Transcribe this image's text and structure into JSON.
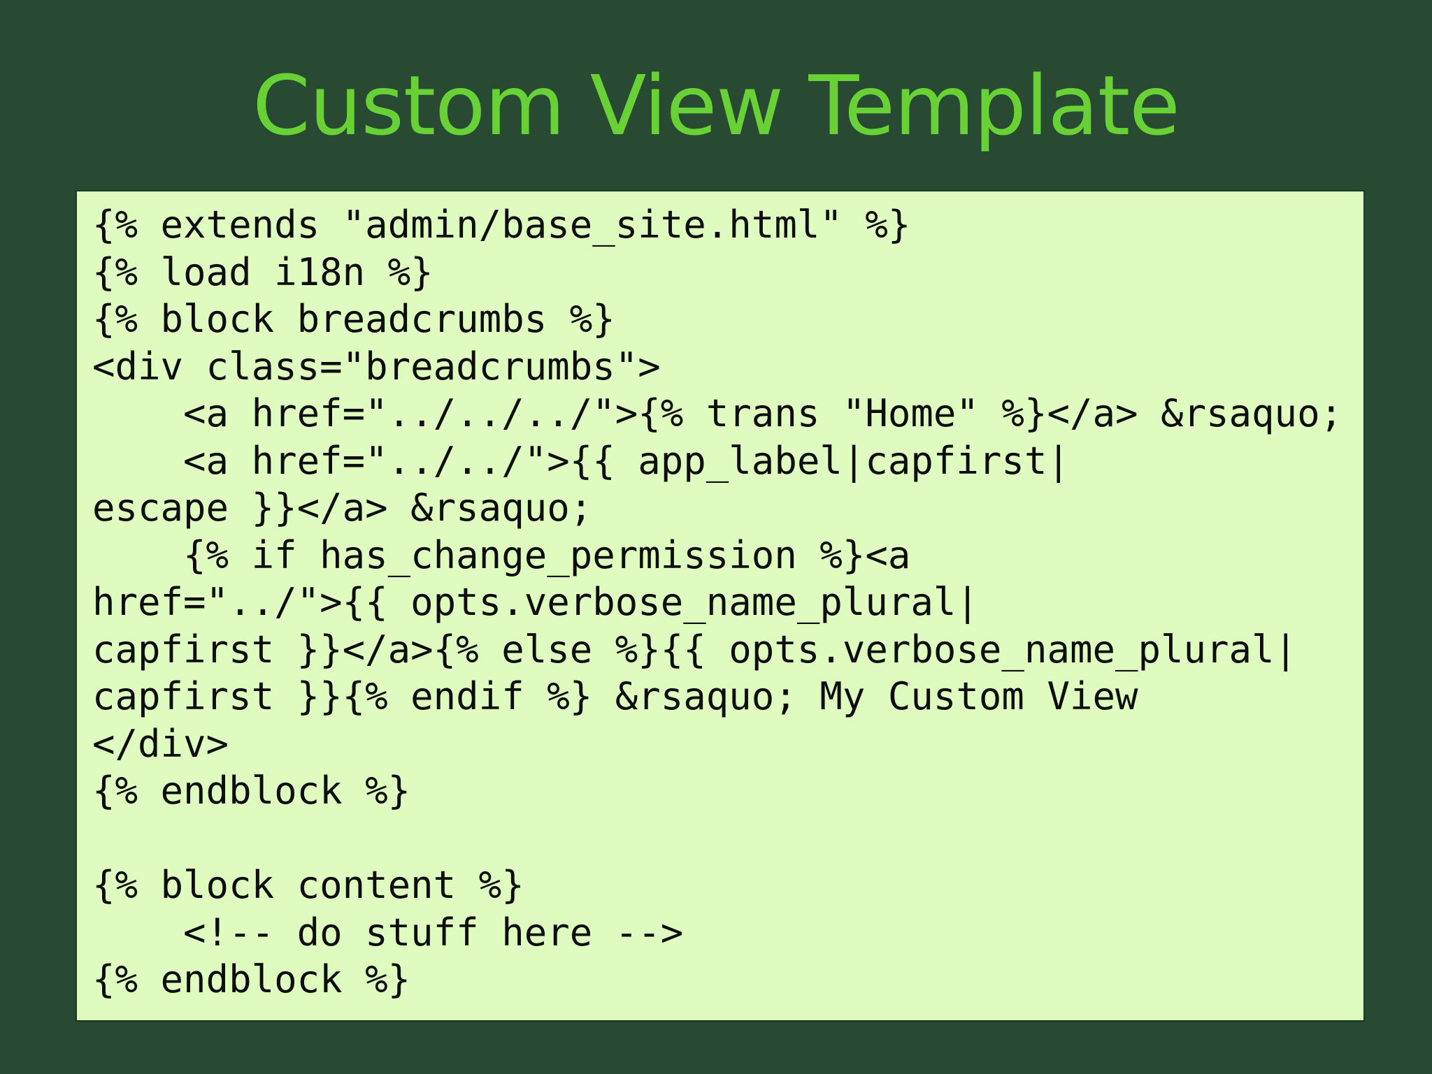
{
  "slide": {
    "title": "Custom View Template"
  },
  "code": {
    "lines": [
      "{% extends \"admin/base_site.html\" %}",
      "{% load i18n %}",
      "{% block breadcrumbs %}",
      "<div class=\"breadcrumbs\">",
      "    <a href=\"../../../\">{% trans \"Home\" %}</a> &rsaquo;",
      "    <a href=\"../../\">{{ app_label|capfirst|",
      "escape }}</a> &rsaquo;",
      "    {% if has_change_permission %}<a",
      "href=\"../\">{{ opts.verbose_name_plural|",
      "capfirst }}</a>{% else %}{{ opts.verbose_name_plural|",
      "capfirst }}{% endif %} &rsaquo; My Custom View",
      "</div>",
      "{% endblock %}",
      "",
      "{% block content %}",
      "    <!-- do stuff here -->",
      "{% endblock %}"
    ]
  },
  "colors": {
    "background": "#294a32",
    "title": "#68d136",
    "code_background": "#dffbc0",
    "code_text": "#0d0d0d",
    "code_border": "#1f3826"
  }
}
